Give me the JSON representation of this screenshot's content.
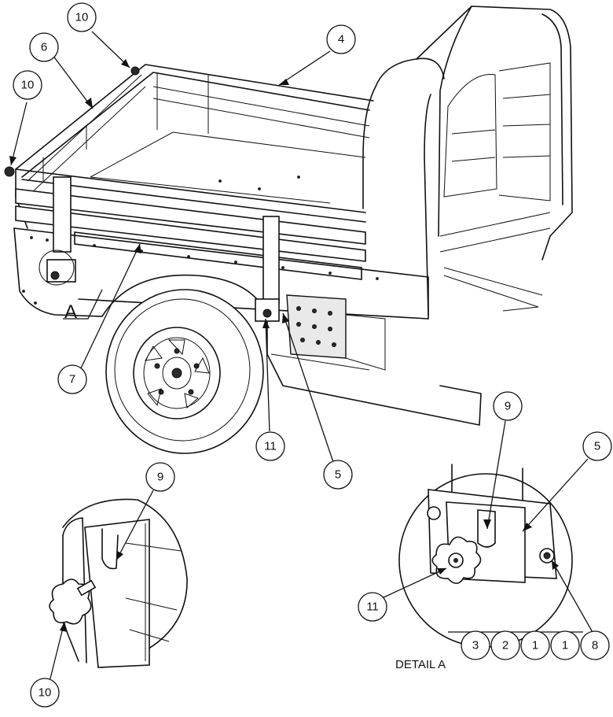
{
  "callouts": {
    "c10_top": "10",
    "c6": "6",
    "c10_left": "10",
    "c4": "4",
    "c7": "7",
    "c11_main": "11",
    "c5_main": "5",
    "c9_left": "9",
    "c10_bottom": "10",
    "c9_detail": "9",
    "c5_detail": "5",
    "c11_detail": "11",
    "c8": "8"
  },
  "bom_row": [
    "3",
    "2",
    "1",
    "1",
    "8"
  ],
  "section_marker": "A",
  "detail_caption": "DETAIL A"
}
